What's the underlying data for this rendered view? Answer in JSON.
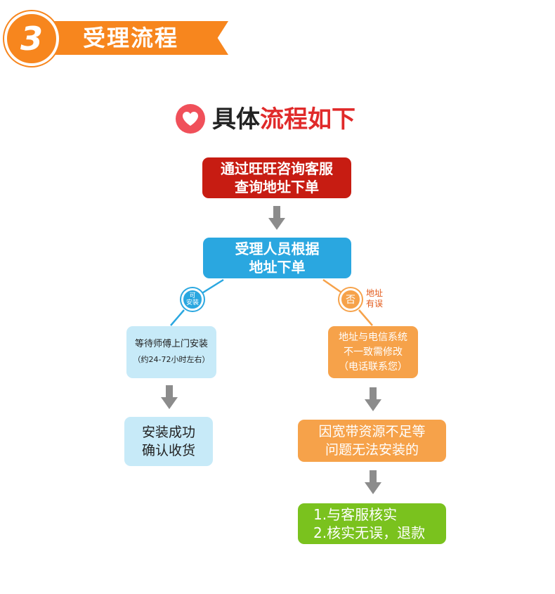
{
  "header": {
    "step_number": "3",
    "title": "受理流程"
  },
  "subtitle": {
    "part_dark": "具体",
    "part_red": "流程如下"
  },
  "colors": {
    "orange": "#f7861e",
    "dark_red": "#c71c12",
    "blue": "#2aa7e0",
    "light_blue": "#c7eaf8",
    "light_orange": "#f6a24a",
    "green": "#7ac21e",
    "heart": "#f0505a",
    "arrow_gray": "#8c8c8c"
  },
  "flow": {
    "step1": {
      "line1": "通过旺旺咨询客服",
      "line2": "查询地址下单"
    },
    "step2": {
      "line1": "受理人员根据",
      "line2": "地址下单"
    },
    "branch_yes": {
      "badge_line1": "可",
      "badge_line2": "安装",
      "wait": {
        "line1": "等待师傅上门安装",
        "line2": "（约24-72小时左右）"
      },
      "success": {
        "line1": "安装成功",
        "line2": "确认收货"
      }
    },
    "branch_no": {
      "badge": "否",
      "note_line1": "地址",
      "note_line2": "有误",
      "mismatch": {
        "line1": "地址与电信系统",
        "line2": "不一致需修改",
        "line3": "（电话联系您）"
      },
      "resource": {
        "line1": "因宽带资源不足等",
        "line2": "问题无法安装的"
      },
      "refund": {
        "line1": "1.与客服核实",
        "line2": "2.核实无误，退款"
      }
    }
  },
  "icons": {
    "heart": "heart-icon",
    "arrow": "arrow-down-icon"
  }
}
